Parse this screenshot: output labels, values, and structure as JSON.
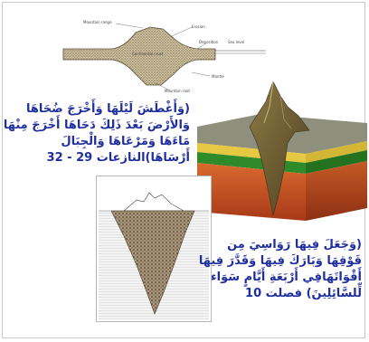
{
  "cross_section": {
    "labels": {
      "mountain_range": "Mountain range",
      "erosion": "Erosion",
      "deposition": "Deposition",
      "sea_level": "Sea level",
      "continental_crust": "Continental crust",
      "mantle": "Mantle",
      "mountain_root": "Mountain root"
    }
  },
  "verse1": {
    "lines": [
      "(وَأَغْطَشَ لَيْلَهَا وَأَخْرَجَ ضُحَاهَا",
      "وَالأَرْضَ بَعْدَ ذَلِكَ دَحَاهَا أَخْرَجَ مِنْهَا",
      "مَاءَهَا وَمَرْعَاهَا وَالْجِبَالَ",
      "أَرْسَاهَا)النازعات 29 - 32"
    ]
  },
  "verse2": {
    "lines": [
      "(وَجَعَلَ فِيهَا رَوَاسِيَ مِن",
      "فَوْقِهَا وَبَارَكَ فِيهَا وَقَدَّرَ فِيهَا",
      "أَقْوَاتَهَافِي أَرْبَعَةِ أَيَّامٍ سَوَاء",
      "لِّلسَّائِلِينَ) فصلت 10"
    ]
  },
  "colors": {
    "verse_text": "#1f2f9e",
    "grass": "#2f8a2a",
    "soil": "#b8451f",
    "mountain": "#6b5a2e"
  }
}
